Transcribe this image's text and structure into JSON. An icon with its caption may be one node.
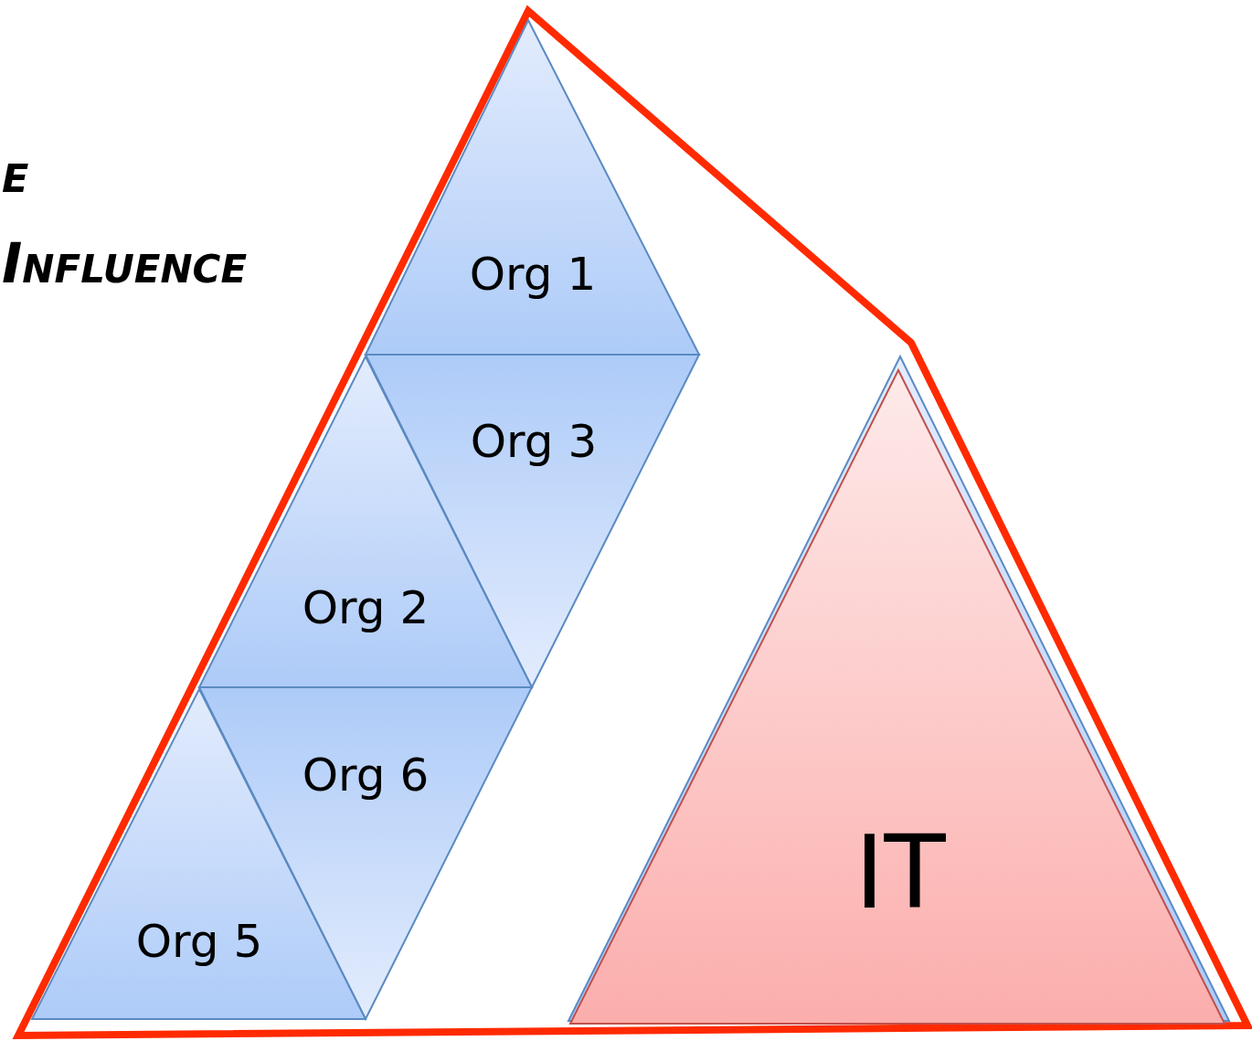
{
  "diagram": {
    "nodes": [
      {
        "text": [],
        "shape": "polygon"
      },
      {
        "text": [
          "Org 1"
        ],
        "in": 0
      },
      {
        "text": [
          "Org 3"
        ],
        "in": 0
      },
      {
        "text": [
          "Org 2"
        ],
        "in": 0
      },
      {
        "text": [
          "Org 6"
        ],
        "in": 0
      },
      {
        "text": [
          "Org 5"
        ],
        "in": 0
      },
      {
        "text": [],
        "shape": "triangle",
        "in": 0
      },
      {
        "text": [
          "IT"
        ],
        "in": 0
      }
    ],
    "labels": [
      "e",
      "Influence"
    ]
  }
}
